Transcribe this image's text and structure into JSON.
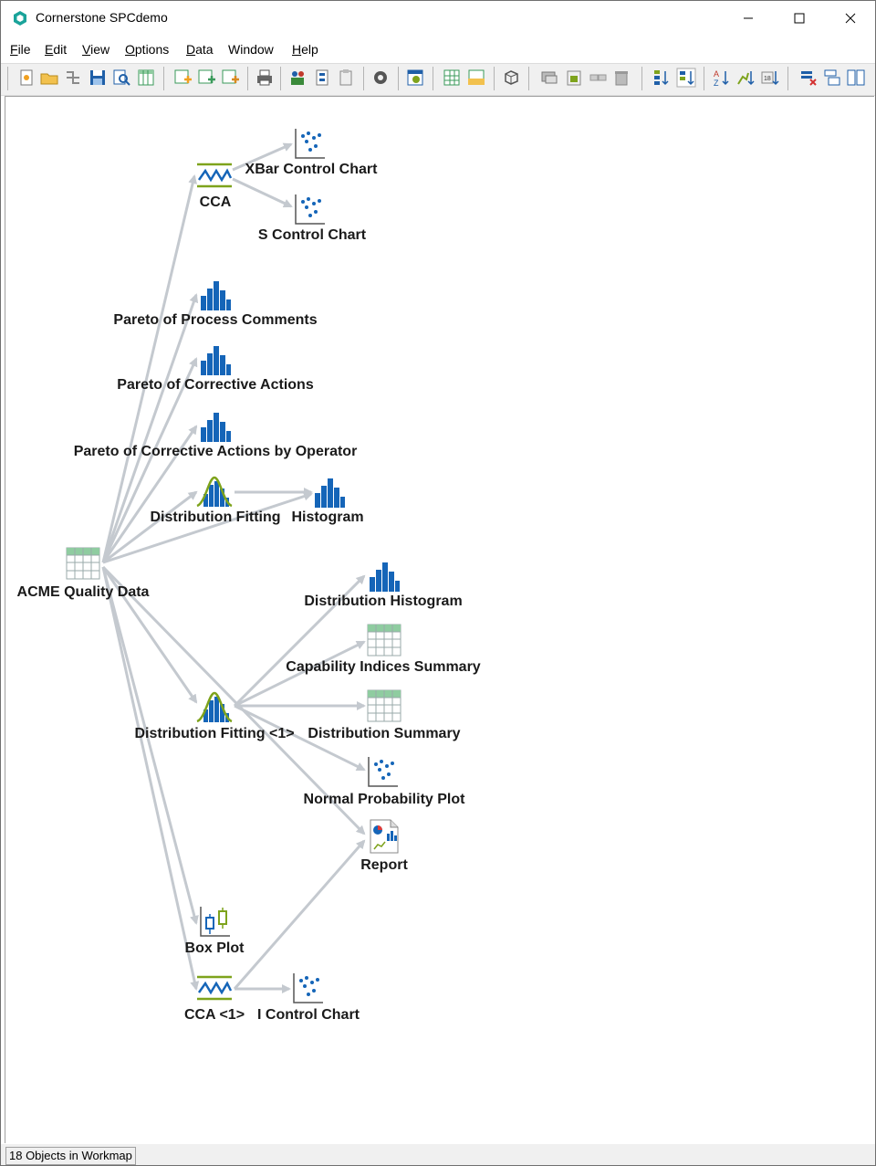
{
  "window": {
    "title": "Cornerstone SPCdemo",
    "minimize_label": "—",
    "maximize_label": "☐",
    "close_label": "✕"
  },
  "menu": [
    {
      "underline": "F",
      "rest": "ile"
    },
    {
      "underline": "E",
      "rest": "dit"
    },
    {
      "underline": "V",
      "rest": "iew"
    },
    {
      "underline": "O",
      "rest": "ptions"
    },
    {
      "underline": "D",
      "rest": "ata"
    },
    {
      "underline": "",
      "rest": "Window"
    },
    {
      "underline": "H",
      "rest": "elp"
    }
  ],
  "workmap": {
    "nodes": {
      "acme": "ACME Quality Data",
      "cca": "CCA",
      "xbar": "XBar Control Chart",
      "schart": "S Control Chart",
      "pareto1": "Pareto of Process Comments",
      "pareto2": "Pareto of Corrective Actions",
      "pareto3": "Pareto of Corrective Actions by Operator",
      "distfit": "Distribution Fitting",
      "histogram": "Histogram",
      "disthist": "Distribution Histogram",
      "capsummary": "Capability Indices Summary",
      "distfit1": "Distribution Fitting <1>",
      "distsummary": "Distribution Summary",
      "normprob": "Normal Probability Plot",
      "report": "Report",
      "boxplot": "Box Plot",
      "cca1": "CCA <1>",
      "ichart": "I Control Chart"
    }
  },
  "status": {
    "text": "18 Objects in Workmap"
  },
  "colors": {
    "icon_blue": "#1565b8",
    "icon_green": "#7ea31c",
    "arrow_gray": "#c4c9cf",
    "table_green": "#8fcca0"
  }
}
